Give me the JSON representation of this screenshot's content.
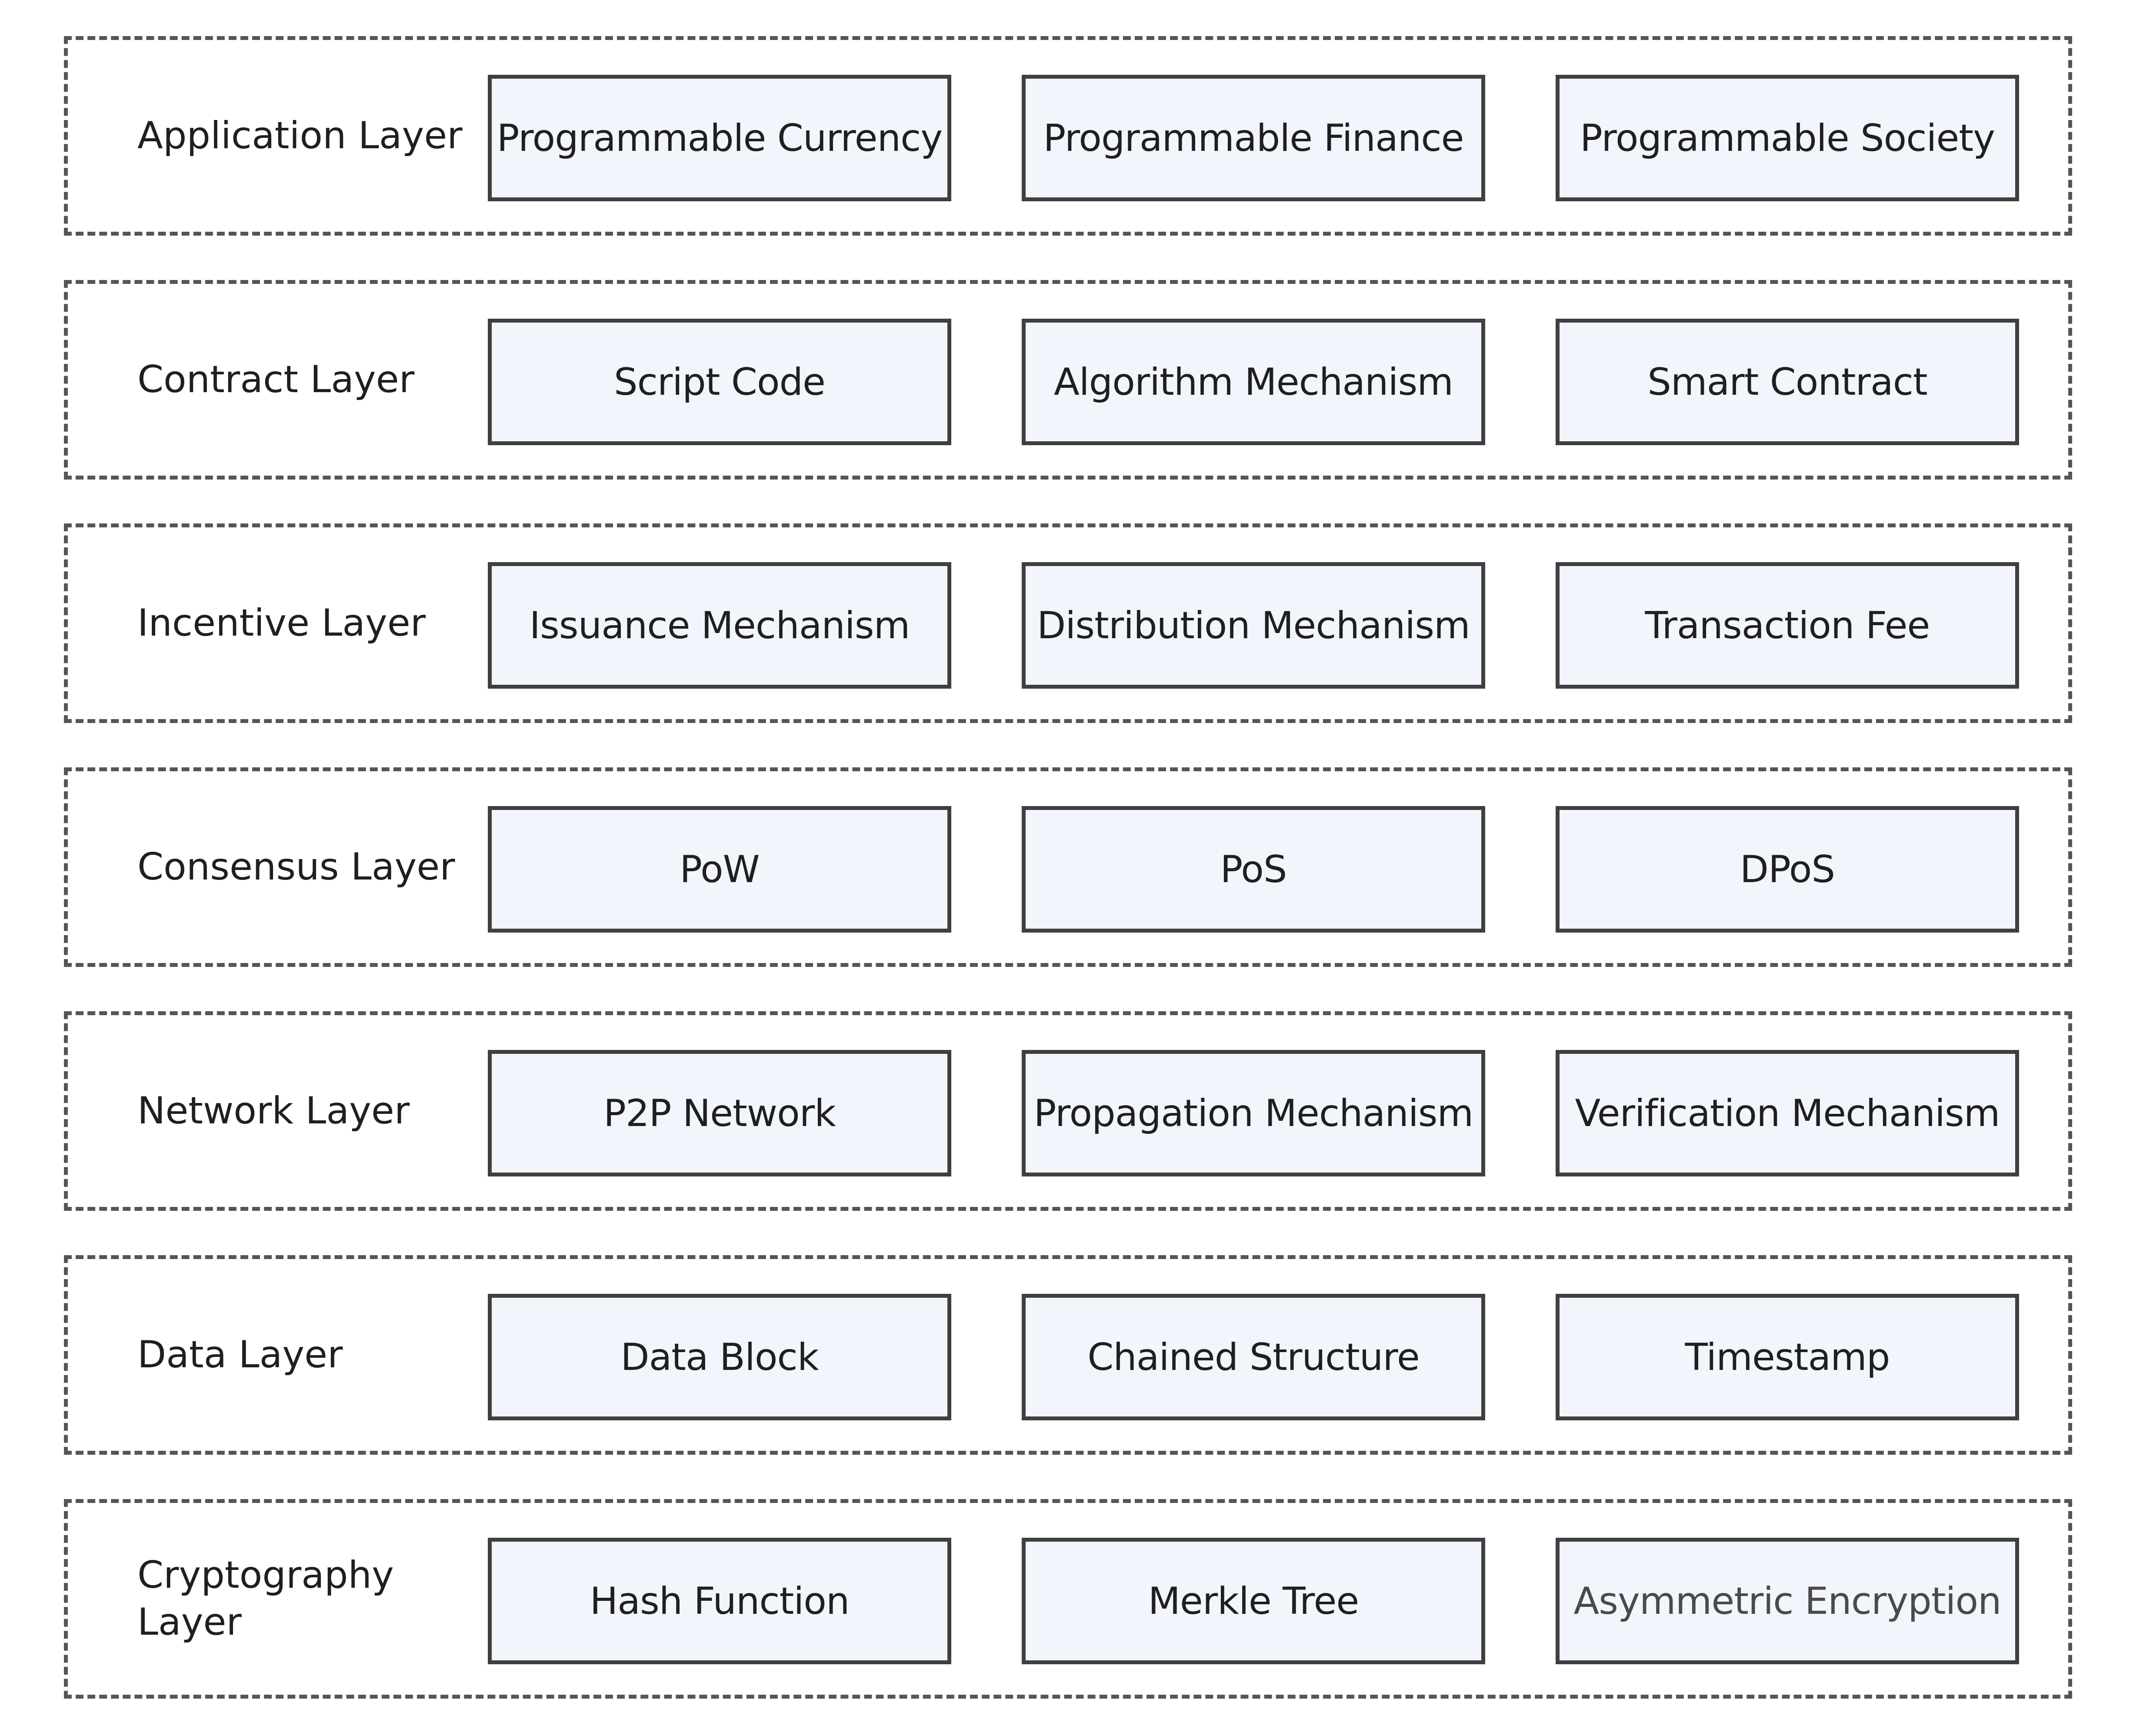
{
  "layers": [
    {
      "label": "Application Layer",
      "items": [
        "Programmable Currency",
        "Programmable Finance",
        "Programmable Society"
      ]
    },
    {
      "label": "Contract Layer",
      "items": [
        "Script Code",
        "Algorithm Mechanism",
        "Smart Contract"
      ]
    },
    {
      "label": "Incentive Layer",
      "items": [
        "Issuance Mechanism",
        "Distribution Mechanism",
        "Transaction Fee"
      ]
    },
    {
      "label": "Consensus Layer",
      "items": [
        "PoW",
        "PoS",
        "DPoS"
      ]
    },
    {
      "label": "Network Layer",
      "items": [
        "P2P Network",
        "Propagation Mechanism",
        "Verification Mechanism"
      ]
    },
    {
      "label": "Data Layer",
      "items": [
        "Data Block",
        "Chained Structure",
        "Timestamp"
      ]
    },
    {
      "label": "Cryptography Layer",
      "items": [
        "Hash Function",
        "Merkle Tree",
        "Asymmetric Encryption"
      ]
    }
  ]
}
